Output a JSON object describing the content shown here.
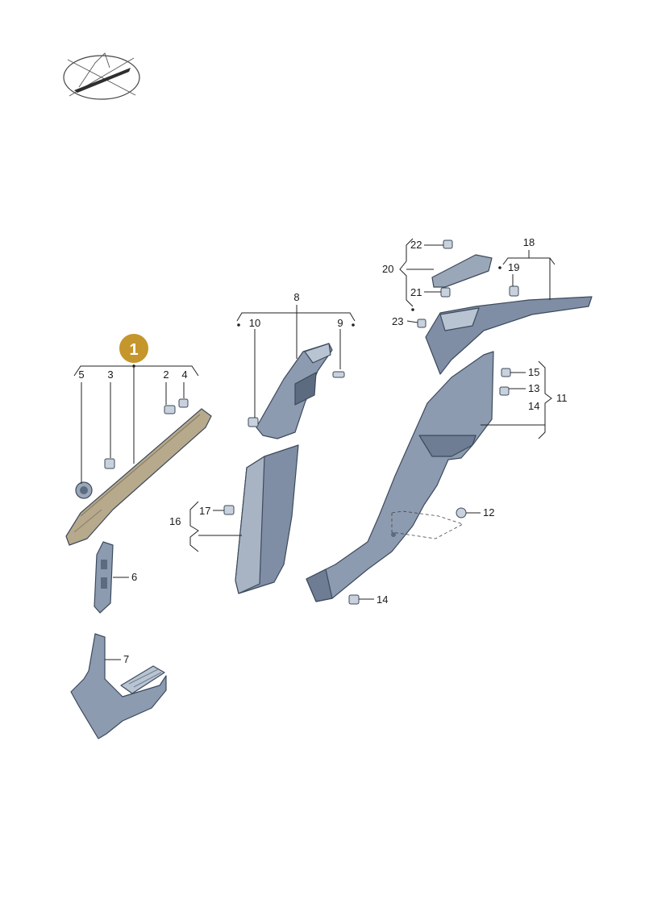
{
  "colors": {
    "highlight_badge": "#c5962c",
    "highlight_outline": "#d6a93a",
    "part_fill": "#8d9bb0",
    "part_dark": "#5d6b80",
    "part_light": "#b9c4d2"
  },
  "icons": {
    "logo": "ellipse-a-pillar-logo-icon"
  },
  "highlight": {
    "label": "1"
  },
  "callouts": {
    "c2": "2",
    "c3": "3",
    "c4": "4",
    "c5": "5",
    "c6": "6",
    "c7": "7",
    "c8": "8",
    "c9": "9",
    "c10": "10",
    "c11": "11",
    "c12": "12",
    "c13": "13",
    "c14a": "14",
    "c14b": "14",
    "c15": "15",
    "c16": "16",
    "c17": "17",
    "c18": "18",
    "c19": "19",
    "c20": "20",
    "c21": "21",
    "c22": "22",
    "c23": "23"
  }
}
